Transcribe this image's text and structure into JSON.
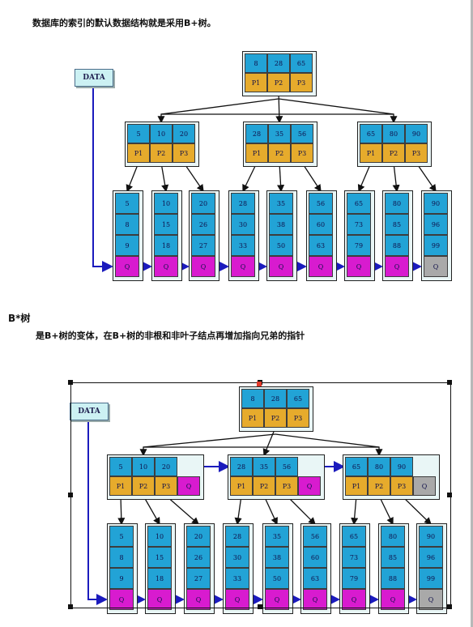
{
  "intro_text": "数据库的索引的默认数据结构就是采用B+树。",
  "section_title": "B*树",
  "section_desc": "是B+树的变体，在B+树的非根和非叶子结点再增加指向兄弟的指针",
  "diagram1": {
    "data_label": "DATA",
    "root": {
      "keys": [
        "8",
        "28",
        "65"
      ],
      "pointers": [
        "P1",
        "P2",
        "P3"
      ]
    },
    "internal": [
      {
        "keys": [
          "5",
          "10",
          "20"
        ],
        "pointers": [
          "P1",
          "P2",
          "P3"
        ]
      },
      {
        "keys": [
          "28",
          "35",
          "56"
        ],
        "pointers": [
          "P1",
          "P2",
          "P3"
        ]
      },
      {
        "keys": [
          "65",
          "80",
          "90"
        ],
        "pointers": [
          "P1",
          "P2",
          "P3"
        ]
      }
    ],
    "leaves": [
      {
        "keys": [
          "5",
          "8",
          "9"
        ],
        "q": "Q"
      },
      {
        "keys": [
          "10",
          "15",
          "18"
        ],
        "q": "Q"
      },
      {
        "keys": [
          "20",
          "26",
          "27"
        ],
        "q": "Q"
      },
      {
        "keys": [
          "28",
          "30",
          "33"
        ],
        "q": "Q"
      },
      {
        "keys": [
          "35",
          "38",
          "50"
        ],
        "q": "Q"
      },
      {
        "keys": [
          "56",
          "60",
          "63"
        ],
        "q": "Q"
      },
      {
        "keys": [
          "65",
          "73",
          "79"
        ],
        "q": "Q"
      },
      {
        "keys": [
          "80",
          "85",
          "88"
        ],
        "q": "Q"
      },
      {
        "keys": [
          "90",
          "96",
          "99"
        ],
        "q": "Q"
      }
    ]
  },
  "diagram2": {
    "data_label": "DATA",
    "root": {
      "keys": [
        "8",
        "28",
        "65"
      ],
      "pointers": [
        "P1",
        "P2",
        "P3"
      ]
    },
    "internal": [
      {
        "keys": [
          "5",
          "10",
          "20"
        ],
        "pointers": [
          "P1",
          "P2",
          "P3"
        ],
        "q": "Q"
      },
      {
        "keys": [
          "28",
          "35",
          "56"
        ],
        "pointers": [
          "P1",
          "P2",
          "P3"
        ],
        "q": "Q"
      },
      {
        "keys": [
          "65",
          "80",
          "90"
        ],
        "pointers": [
          "P1",
          "P2",
          "P3"
        ],
        "q": "Q"
      }
    ],
    "leaves": [
      {
        "keys": [
          "5",
          "8",
          "9"
        ],
        "q": "Q"
      },
      {
        "keys": [
          "10",
          "15",
          "18"
        ],
        "q": "Q"
      },
      {
        "keys": [
          "20",
          "26",
          "27"
        ],
        "q": "Q"
      },
      {
        "keys": [
          "28",
          "30",
          "33"
        ],
        "q": "Q"
      },
      {
        "keys": [
          "35",
          "38",
          "50"
        ],
        "q": "Q"
      },
      {
        "keys": [
          "56",
          "60",
          "63"
        ],
        "q": "Q"
      },
      {
        "keys": [
          "65",
          "73",
          "79"
        ],
        "q": "Q"
      },
      {
        "keys": [
          "80",
          "85",
          "88"
        ],
        "q": "Q"
      },
      {
        "keys": [
          "90",
          "96",
          "99"
        ],
        "q": "Q"
      }
    ]
  },
  "colors": {
    "key_cell": "#22a3d6",
    "pointer_cell": "#e6ab2c",
    "q_cell": "#d81bcf",
    "q_last": "#a9a9a9",
    "link_arrow": "#1b1bbd",
    "data_box": "#ccf1f3"
  }
}
